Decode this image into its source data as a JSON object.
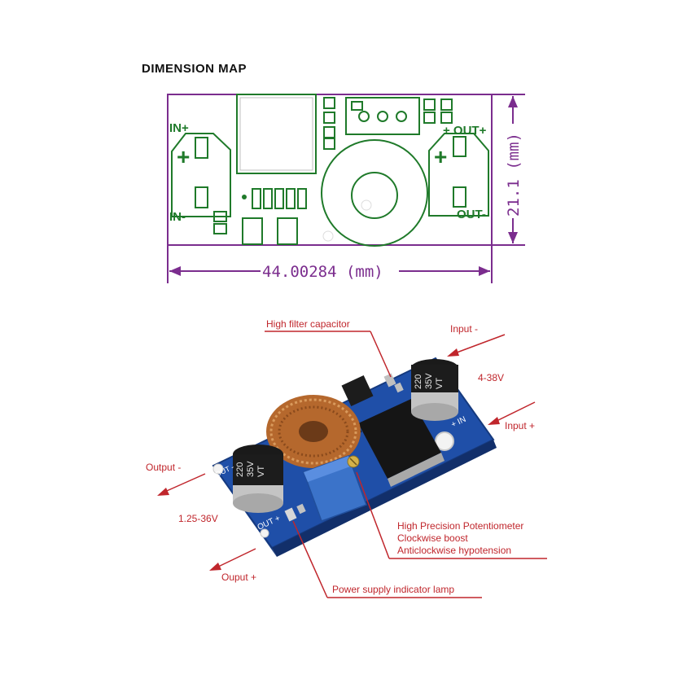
{
  "title": "DIMENSION MAP",
  "dimension_map": {
    "pin_in_plus": "IN+",
    "pin_in_minus": "IN-",
    "pin_out_plus": "+ OUT+",
    "pin_out_minus": "OUT-",
    "plus_symbol": "+",
    "width_label": "44.00284 (mm)",
    "height_label": "21.1 (mm)"
  },
  "board": {
    "cap_left_top": "220",
    "cap_left_bottom": "35V",
    "cap_left_mark": "VT",
    "cap_right_top": "220",
    "cap_right_bottom": "35V",
    "cap_right_mark": "VT",
    "silk_out": "OUT +",
    "silk_in": "+ IN",
    "silk_out_minus": "OUT -"
  },
  "callouts": {
    "capacitor": "High filter capacitor",
    "input_minus": "Input -",
    "input_voltage": "4-38V",
    "input_plus": "Input +",
    "output_minus": "Output -",
    "output_voltage": "1.25-36V",
    "output_plus": "Ouput +",
    "pot_line1": "High Precision Potentiometer",
    "pot_line2": "Clockwise boost",
    "pot_line3": "Anticlockwise hypotension",
    "lamp": "Power supply indicator lamp"
  },
  "colors": {
    "outline": "#7b2d8e",
    "pcb_line": "#1f7a2a",
    "callout": "#c0262c",
    "pcb_blue": "#1f4fa8",
    "text": "#222222"
  }
}
